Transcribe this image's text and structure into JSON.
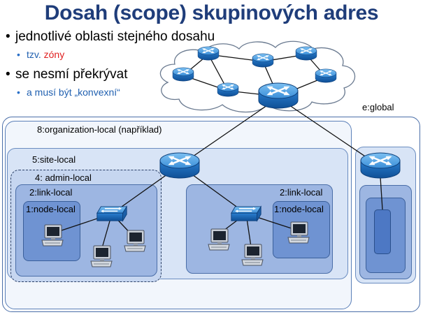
{
  "title": "Dosah (scope) skupinových adres",
  "bullets": [
    {
      "text": "jednotlivé oblasti stejného dosahu",
      "sub_prefix": "tzv.",
      "sub_highlight": "zóny"
    },
    {
      "text": "se nesmí překrývat",
      "sub_prefix": "a musí být „konvexní“",
      "sub_highlight": ""
    }
  ],
  "scopes": {
    "global": "e:global",
    "organization": "8:organization-local (například)",
    "site": "5:site-local",
    "admin": "4: admin-local",
    "link_left": "2:link-local",
    "link_right": "2:link-local",
    "node_left": "1:node-local",
    "node_right": "1:node-local"
  },
  "icons": [
    "cloud-icon",
    "router-icon",
    "switch-icon",
    "computer-icon"
  ],
  "colors": {
    "title": "#1f3d7a",
    "highlight": "#e02020",
    "sub_bullet": "#2060b0",
    "device": "#2a7fd0"
  }
}
